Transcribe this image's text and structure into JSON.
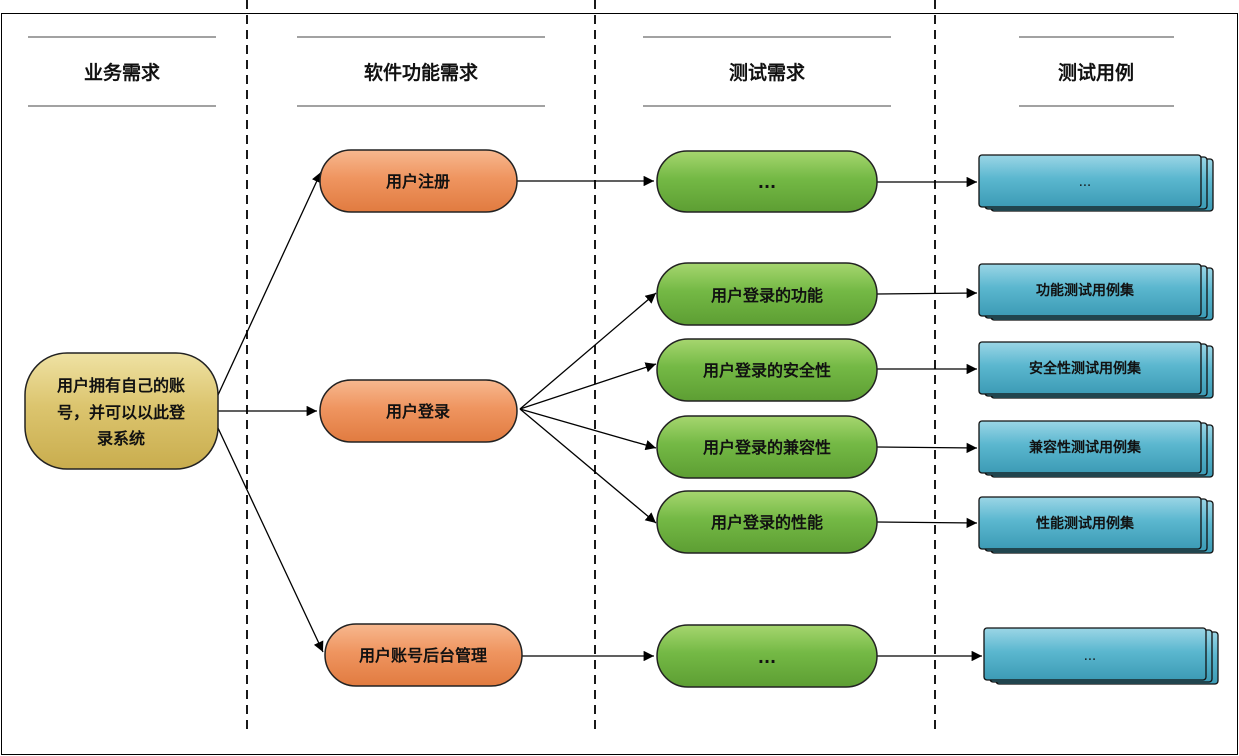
{
  "headers": {
    "business": "业务需求",
    "software": "软件功能需求",
    "test_req": "测试需求",
    "test_case": "测试用例"
  },
  "business_need": [
    "用户拥有自己的账",
    "号，并可以以此登",
    "录系统"
  ],
  "features": {
    "register": "用户注册",
    "login": "用户登录",
    "admin": "用户账号后台管理"
  },
  "test_requirements": {
    "register": "...",
    "login_function": "用户登录的功能",
    "login_security": "用户登录的安全性",
    "login_compat": "用户登录的兼容性",
    "login_perf": "用户登录的性能",
    "admin": "..."
  },
  "test_cases": {
    "register": "...",
    "function": "功能测试用例集",
    "security": "安全性测试用例集",
    "compat": "兼容性测试用例集",
    "perf": "性能测试用例集",
    "admin": "..."
  },
  "colors": {
    "business_fill": "#dcc56f",
    "feature_fill": "#ef9560",
    "test_req_fill": "#74b945",
    "test_case_fill": "#5bb7cf"
  }
}
